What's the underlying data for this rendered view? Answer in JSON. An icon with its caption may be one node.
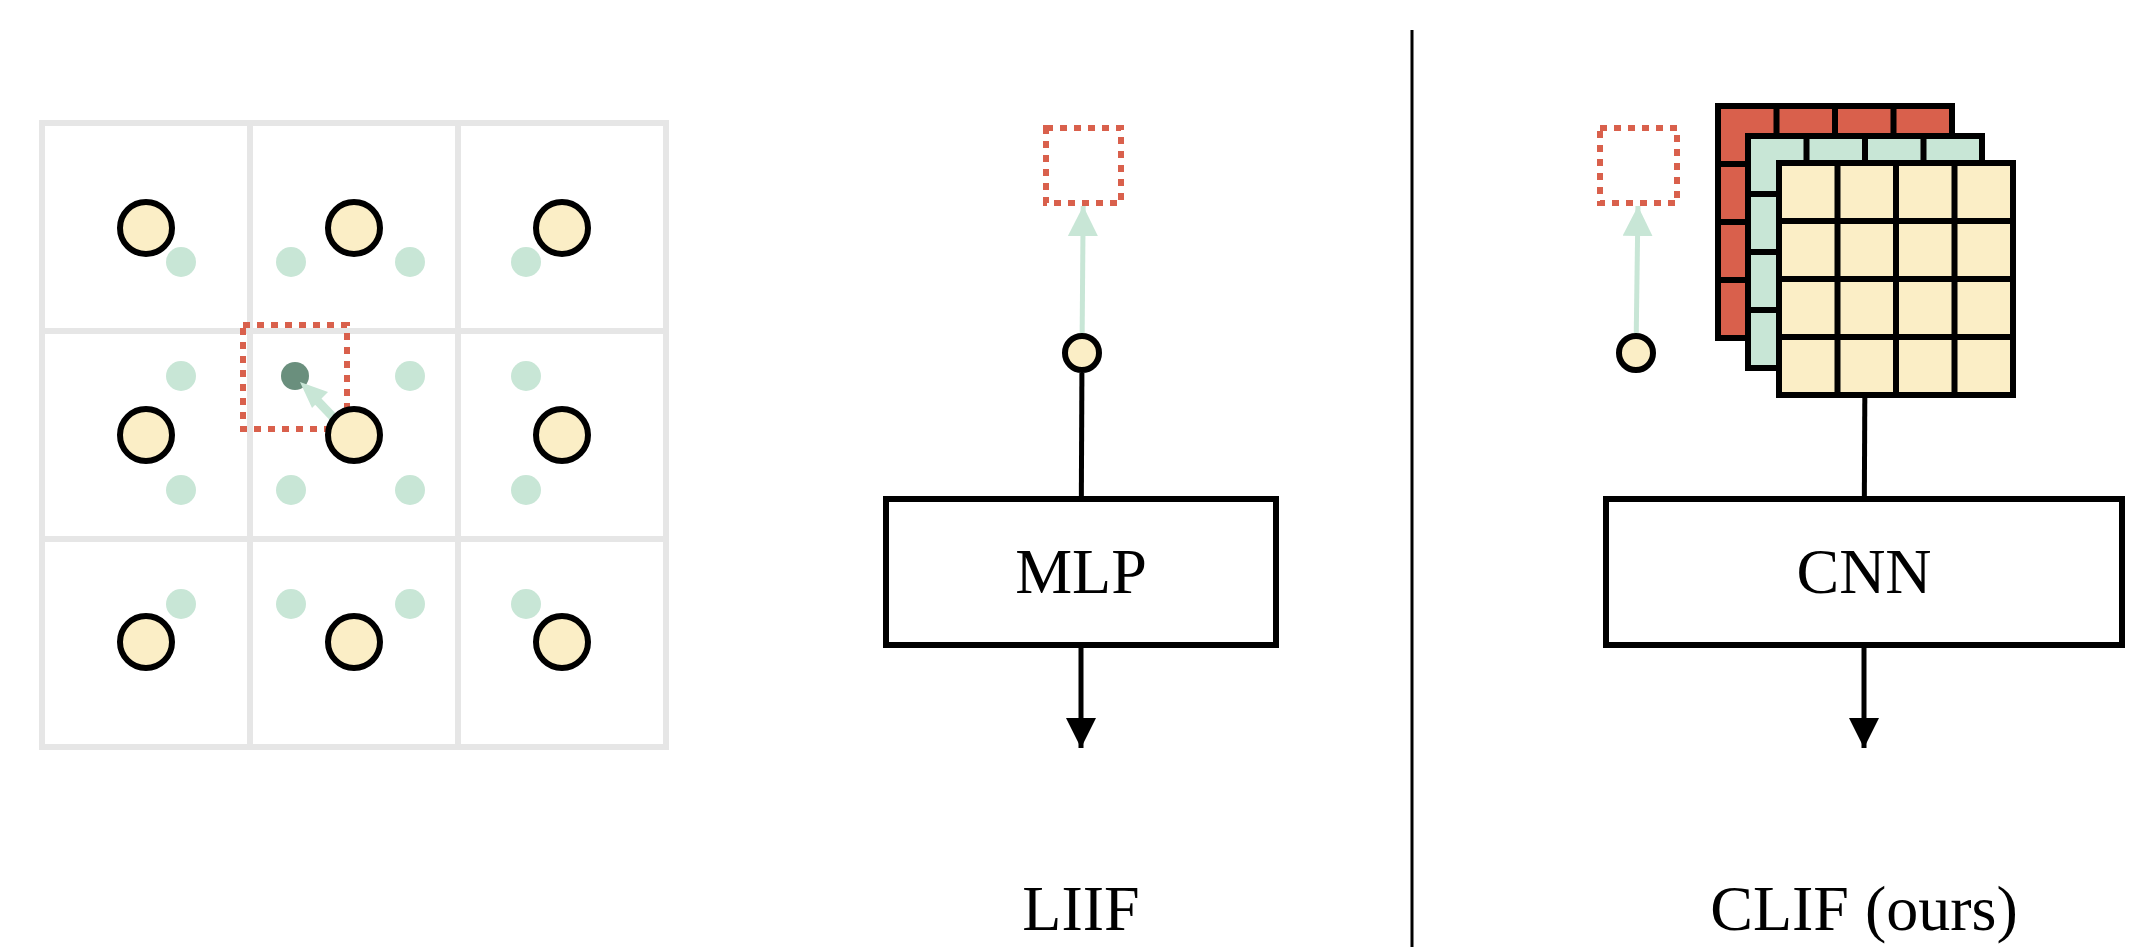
{
  "diagram": {
    "nodes": [
      {
        "text": [],
        "shape": "box"
      },
      {
        "text": [],
        "shape": "circle"
      },
      {
        "text": [
          "MLP"
        ]
      },
      {
        "text": [],
        "shape": "box"
      },
      {
        "text": [],
        "shape": "circle"
      },
      {
        "text": [],
        "shape": "picture"
      },
      {
        "text": [
          "CNN"
        ]
      }
    ],
    "edges": [
      {
        "from": 1,
        "to": 0,
        "arrow": "to",
        "color": "#c8e6d6"
      },
      {
        "from": 1,
        "to": 2,
        "arrow": "none"
      },
      {
        "from": 2,
        "to": null,
        "arrow": "to"
      },
      {
        "from": 4,
        "to": 3,
        "arrow": "to",
        "color": "#c8e6d6"
      },
      {
        "from": 5,
        "to": 6,
        "arrow": "none"
      },
      {
        "from": 6,
        "to": null,
        "arrow": "to"
      }
    ],
    "labels": [
      "LIIF",
      "CLIF (ours)"
    ]
  }
}
